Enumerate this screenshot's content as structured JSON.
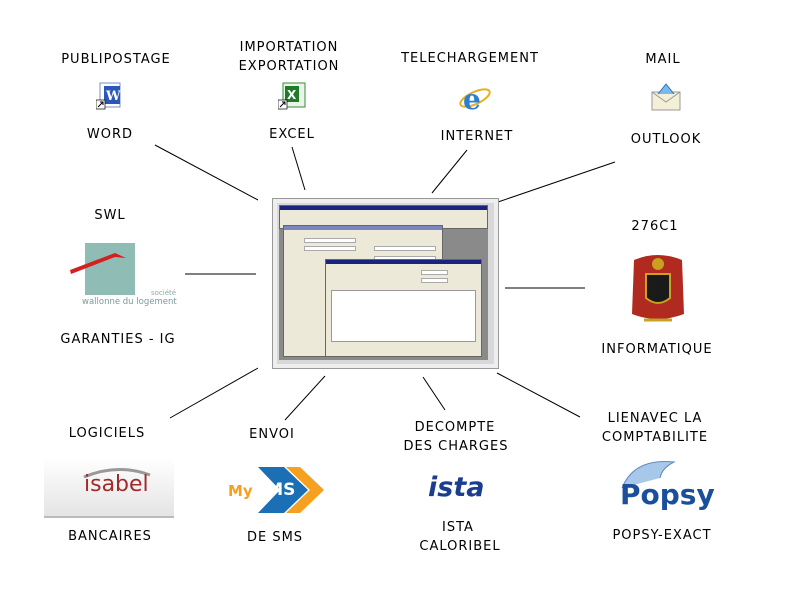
{
  "center": {
    "name": "application-screenshot"
  },
  "nodes": [
    {
      "id": "word",
      "top": "PUBLIPOSTAGE",
      "bottom": "WORD",
      "icon": "word-icon"
    },
    {
      "id": "excel",
      "top": [
        "IMPORTATION",
        "EXPORTATION"
      ],
      "bottom": "EXCEL",
      "icon": "excel-icon"
    },
    {
      "id": "internet",
      "top": "TELECHARGEMENT",
      "bottom": "INTERNET",
      "icon": "internet-explorer-icon"
    },
    {
      "id": "outlook",
      "top": "MAIL",
      "bottom": "OUTLOOK",
      "icon": "outlook-mail-icon"
    },
    {
      "id": "swl",
      "top": "SWL",
      "bottom": "GARANTIES - IG",
      "icon": "swl-logo",
      "logo_text": [
        "société",
        "wallonne du logement"
      ]
    },
    {
      "id": "276c1",
      "top": "276C1",
      "bottom": "INFORMATIQUE",
      "icon": "belgian-crest-icon"
    },
    {
      "id": "isabel",
      "top": "LOGICIELS",
      "bottom": "BANCAIRES",
      "icon": "isabel-logo",
      "logo_text": "isabel"
    },
    {
      "id": "sms",
      "top": "ENVOI",
      "bottom": "DE SMS",
      "icon": "mysms-logo",
      "logo_text": [
        "My",
        "SMS"
      ]
    },
    {
      "id": "ista",
      "top": [
        "DECOMPTE",
        "DES CHARGES"
      ],
      "bottom": [
        "ISTA",
        "CALORIBEL"
      ],
      "icon": "ista-logo",
      "logo_text": "ista"
    },
    {
      "id": "popsy",
      "top": [
        "LIENAVEC LA",
        "COMPTABILITE"
      ],
      "bottom": "POPSY-EXACT",
      "icon": "popsy-logo",
      "logo_text": "Popsy"
    }
  ],
  "colors": {
    "swl_red": "#d42020",
    "swl_teal": "#8fbcb5",
    "isabel_red": "#a32a2a",
    "sms_orange": "#f5a01e",
    "sms_blue": "#1b6fb5",
    "ista_blue": "#1a3d8f",
    "popsy_blue": "#1b4f9c"
  }
}
